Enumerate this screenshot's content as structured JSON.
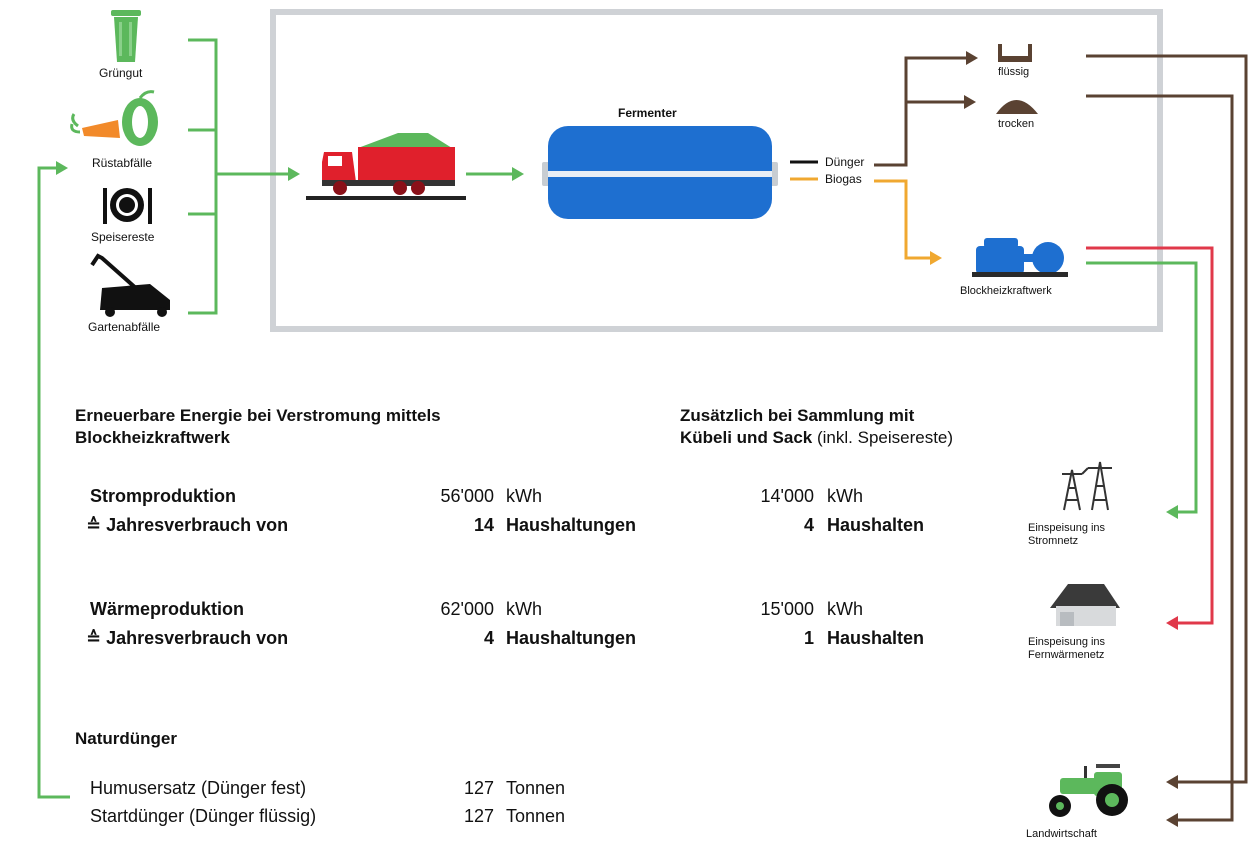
{
  "inputs": {
    "gruengut": "Grüngut",
    "ruestabfaelle": "Rüstabfälle",
    "speisereste": "Speisereste",
    "gartenabfaelle": "Gartenabfälle"
  },
  "process": {
    "fermenter": "Fermenter",
    "duenger": "Dünger",
    "biogas": "Biogas",
    "fluessig": "flüssig",
    "trocken": "trocken",
    "bhkw": "Blockheizkraftwerk"
  },
  "outputs": {
    "stromnetz": "Einspeisung ins Stromnetz",
    "fernwaerme": "Einspeisung ins Fernwärmenetz",
    "landwirtschaft": "Landwirtschaft"
  },
  "section1": {
    "heading_line1": "Erneuerbare Energie bei Verstromung mittels",
    "heading_line2": "Blockheizkraftwerk"
  },
  "section2": {
    "heading_line1": "Zusätzlich bei Sammlung mit",
    "heading_line2_bold": "Kübeli und Sack",
    "heading_line2_normal": "(inkl. Speisereste)"
  },
  "strom": {
    "label": "Stromproduktion",
    "equiv_label": "≙ Jahresverbrauch von",
    "value": "56'000",
    "unit": "kWh",
    "households": "14",
    "households_label": "Haushaltungen",
    "extra_value": "14'000",
    "extra_unit": "kWh",
    "extra_households": "4",
    "extra_households_label": "Haushalten"
  },
  "waerme": {
    "label": "Wärmeproduktion",
    "equiv_label": "≙ Jahresverbrauch von",
    "value": "62'000",
    "unit": "kWh",
    "households": "4",
    "households_label": "Haushaltungen",
    "extra_value": "15'000",
    "extra_unit": "kWh",
    "extra_households": "1",
    "extra_households_label": "Haushalten"
  },
  "natur": {
    "heading": "Naturdünger",
    "humus_label": "Humusersatz (Dünger fest)",
    "humus_value": "127",
    "humus_unit": "Tonnen",
    "start_label": "Startdünger (Dünger flüssig)",
    "start_value": "127",
    "start_unit": "Tonnen"
  },
  "colors": {
    "green": "#5cb85c",
    "brown": "#5a4232",
    "orange": "#f0a830",
    "red": "#e0384a",
    "blue": "#1e6fd0",
    "truck_red": "#e0202c"
  }
}
